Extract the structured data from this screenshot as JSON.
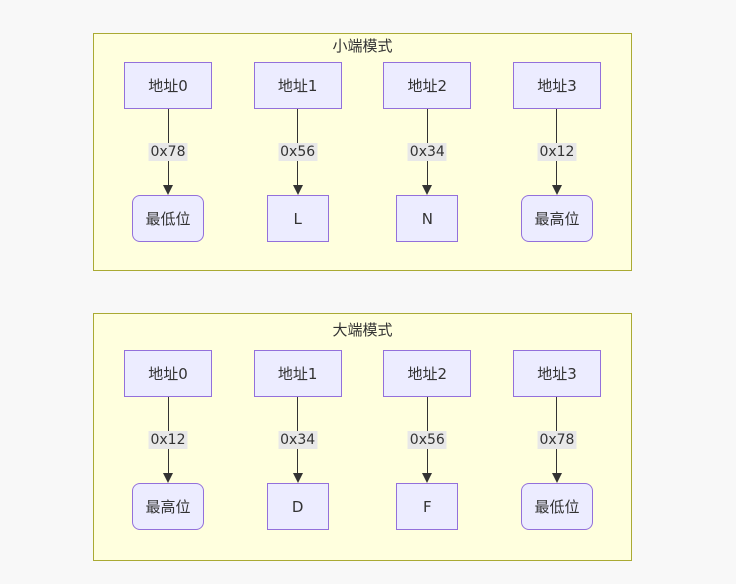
{
  "page": {
    "background": "#f8f8f8"
  },
  "colors": {
    "cluster_fill": "#ffffde",
    "cluster_border": "#aaaa33",
    "node_fill": "#ececff",
    "node_border": "#9370db",
    "text": "#333333",
    "edge_line": "#333333",
    "edge_label_bg": "#e8e8e8"
  },
  "diagrams": [
    {
      "title": "小端模式",
      "columns": [
        {
          "address": "地址0",
          "byte": "0x78",
          "target": "最低位",
          "target_shape": "rounded"
        },
        {
          "address": "地址1",
          "byte": "0x56",
          "target": "L",
          "target_shape": "square"
        },
        {
          "address": "地址2",
          "byte": "0x34",
          "target": "N",
          "target_shape": "square"
        },
        {
          "address": "地址3",
          "byte": "0x12",
          "target": "最高位",
          "target_shape": "rounded"
        }
      ]
    },
    {
      "title": "大端模式",
      "columns": [
        {
          "address": "地址0",
          "byte": "0x12",
          "target": "最高位",
          "target_shape": "rounded"
        },
        {
          "address": "地址1",
          "byte": "0x34",
          "target": "D",
          "target_shape": "square"
        },
        {
          "address": "地址2",
          "byte": "0x56",
          "target": "F",
          "target_shape": "square"
        },
        {
          "address": "地址3",
          "byte": "0x78",
          "target": "最低位",
          "target_shape": "rounded"
        }
      ]
    }
  ]
}
